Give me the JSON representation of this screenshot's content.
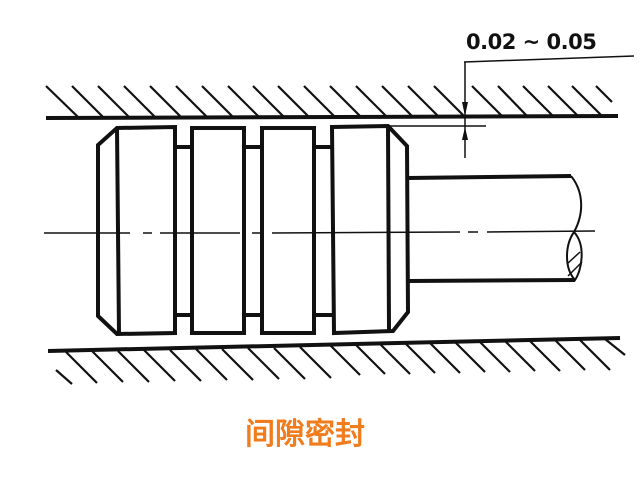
{
  "diagram": {
    "title": "间隙密封",
    "caption_color": "#f07c1e",
    "line_color": "#111111",
    "dimension": {
      "label": "0.02 ~ 0.05"
    },
    "components": [
      {
        "name": "cylinder-wall-top",
        "type": "hatched-wall"
      },
      {
        "name": "cylinder-wall-bottom",
        "type": "hatched-wall"
      },
      {
        "name": "piston",
        "type": "piston-with-grooves",
        "land_count": 4
      },
      {
        "name": "piston-rod",
        "type": "shaft-with-break"
      },
      {
        "name": "centerline",
        "type": "dash-dot-line"
      }
    ]
  }
}
